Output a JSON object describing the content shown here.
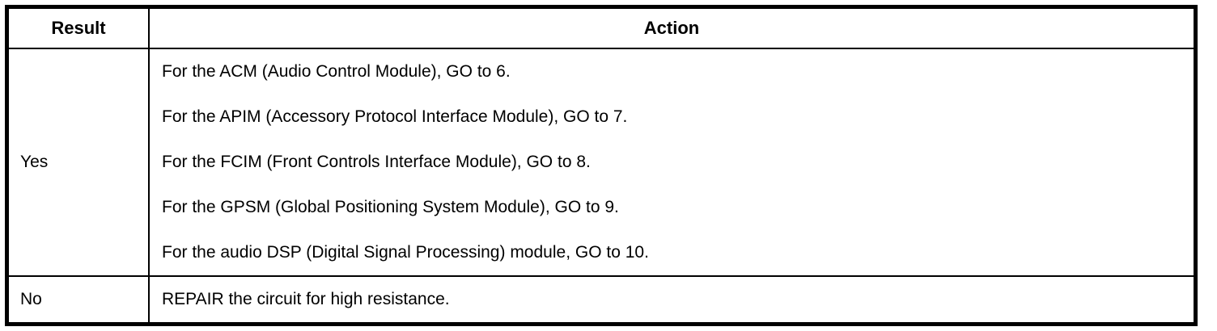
{
  "table": {
    "header": {
      "result": "Result",
      "action": "Action"
    },
    "rows": [
      {
        "result": "Yes",
        "actions": [
          "For the ACM (Audio Control Module), GO to 6.",
          "For the APIM (Accessory Protocol Interface Module), GO to 7.",
          "For the FCIM (Front Controls Interface Module), GO to 8.",
          "For the GPSM (Global Positioning System Module), GO to 9.",
          "For the audio DSP (Digital Signal Processing) module, GO to 10."
        ]
      },
      {
        "result": "No",
        "actions": [
          "REPAIR the circuit for high resistance."
        ]
      }
    ],
    "colors": {
      "border": "#000000",
      "text": "#000000",
      "background": "#ffffff"
    }
  }
}
